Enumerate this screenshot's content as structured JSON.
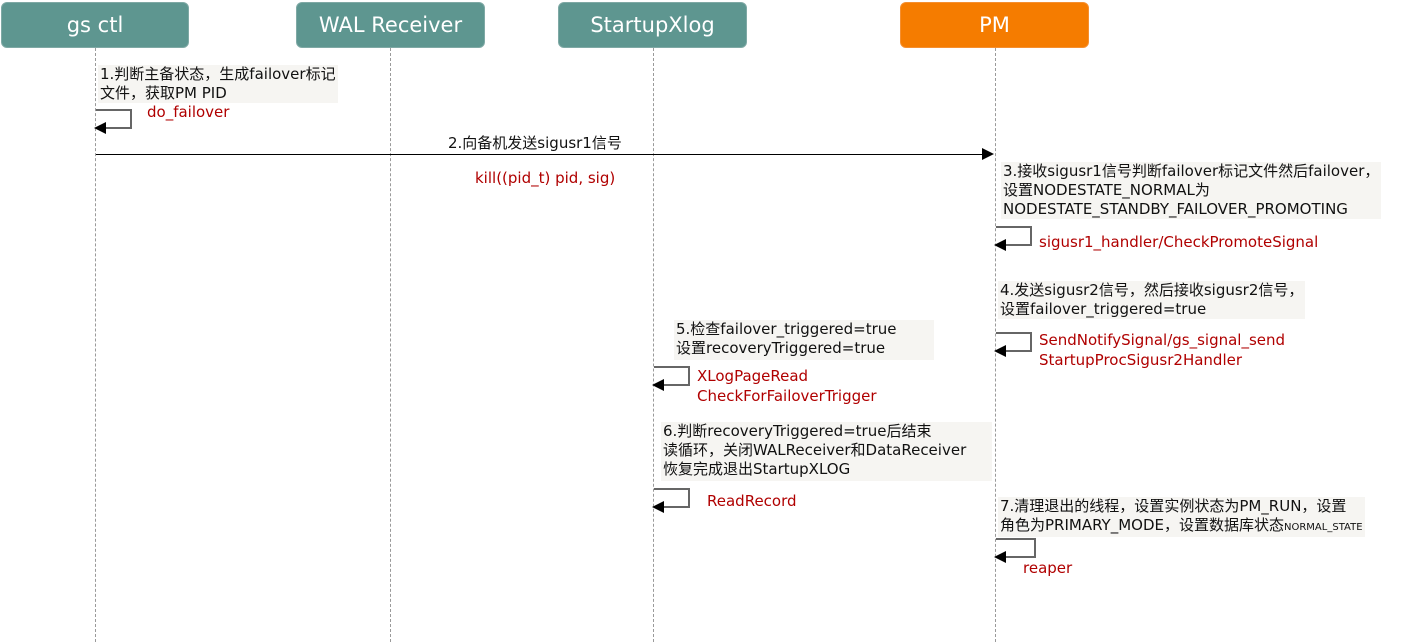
{
  "actors": [
    {
      "id": "gsctl",
      "label": "gs ctl",
      "color": "#5e9690"
    },
    {
      "id": "walreceiver",
      "label": "WAL Receiver",
      "color": "#5e9690"
    },
    {
      "id": "startupxlog",
      "label": "StartupXlog",
      "color": "#5e9690"
    },
    {
      "id": "pm",
      "label": "PM",
      "color": "#f57c00"
    }
  ],
  "steps": {
    "step1": {
      "note_lines": [
        "1.判断主备状态，生成failover标记",
        "文件，获取PM  PID"
      ],
      "func": "do_failover"
    },
    "step2": {
      "message": "2.向备机发送sigusr1信号",
      "func": "kill((pid_t) pid, sig)"
    },
    "step3": {
      "note_lines": [
        "3.接收sigusr1信号判断failover标记文件然后failover，",
        "设置NODESTATE_NORMAL为",
        "NODESTATE_STANDBY_FAILOVER_PROMOTING"
      ],
      "func": "sigusr1_handler/CheckPromoteSignal"
    },
    "step4": {
      "note_lines": [
        "4.发送sigusr2信号，然后接收sigusr2信号，",
        "设置failover_triggered=true"
      ],
      "func_lines": [
        "SendNotifySignal/gs_signal_send",
        "StartupProcSigusr2Handler"
      ]
    },
    "step5": {
      "note_lines": [
        "5.检查failover_triggered=true",
        "设置recoveryTriggered=true"
      ],
      "func_lines": [
        "XLogPageRead",
        "CheckForFailoverTrigger"
      ]
    },
    "step6": {
      "note_lines": [
        "6.判断recoveryTriggered=true后结束",
        "读循环，关闭WALReceiver和DataReceiver",
        "恢复完成退出StartupXLOG"
      ],
      "func": "ReadRecord"
    },
    "step7": {
      "note_line1": "7.清理退出的线程，设置实例状态为PM_RUN，设置",
      "note_line2_main": "角色为PRIMARY_MODE，设置数据库状态",
      "note_line2_small": "NORMAL_STATE",
      "func": "reaper"
    }
  },
  "colors": {
    "teal": "#5e9690",
    "orange": "#f57c00",
    "function_text": "#b00000",
    "note_bg": "#f6f5f2"
  }
}
